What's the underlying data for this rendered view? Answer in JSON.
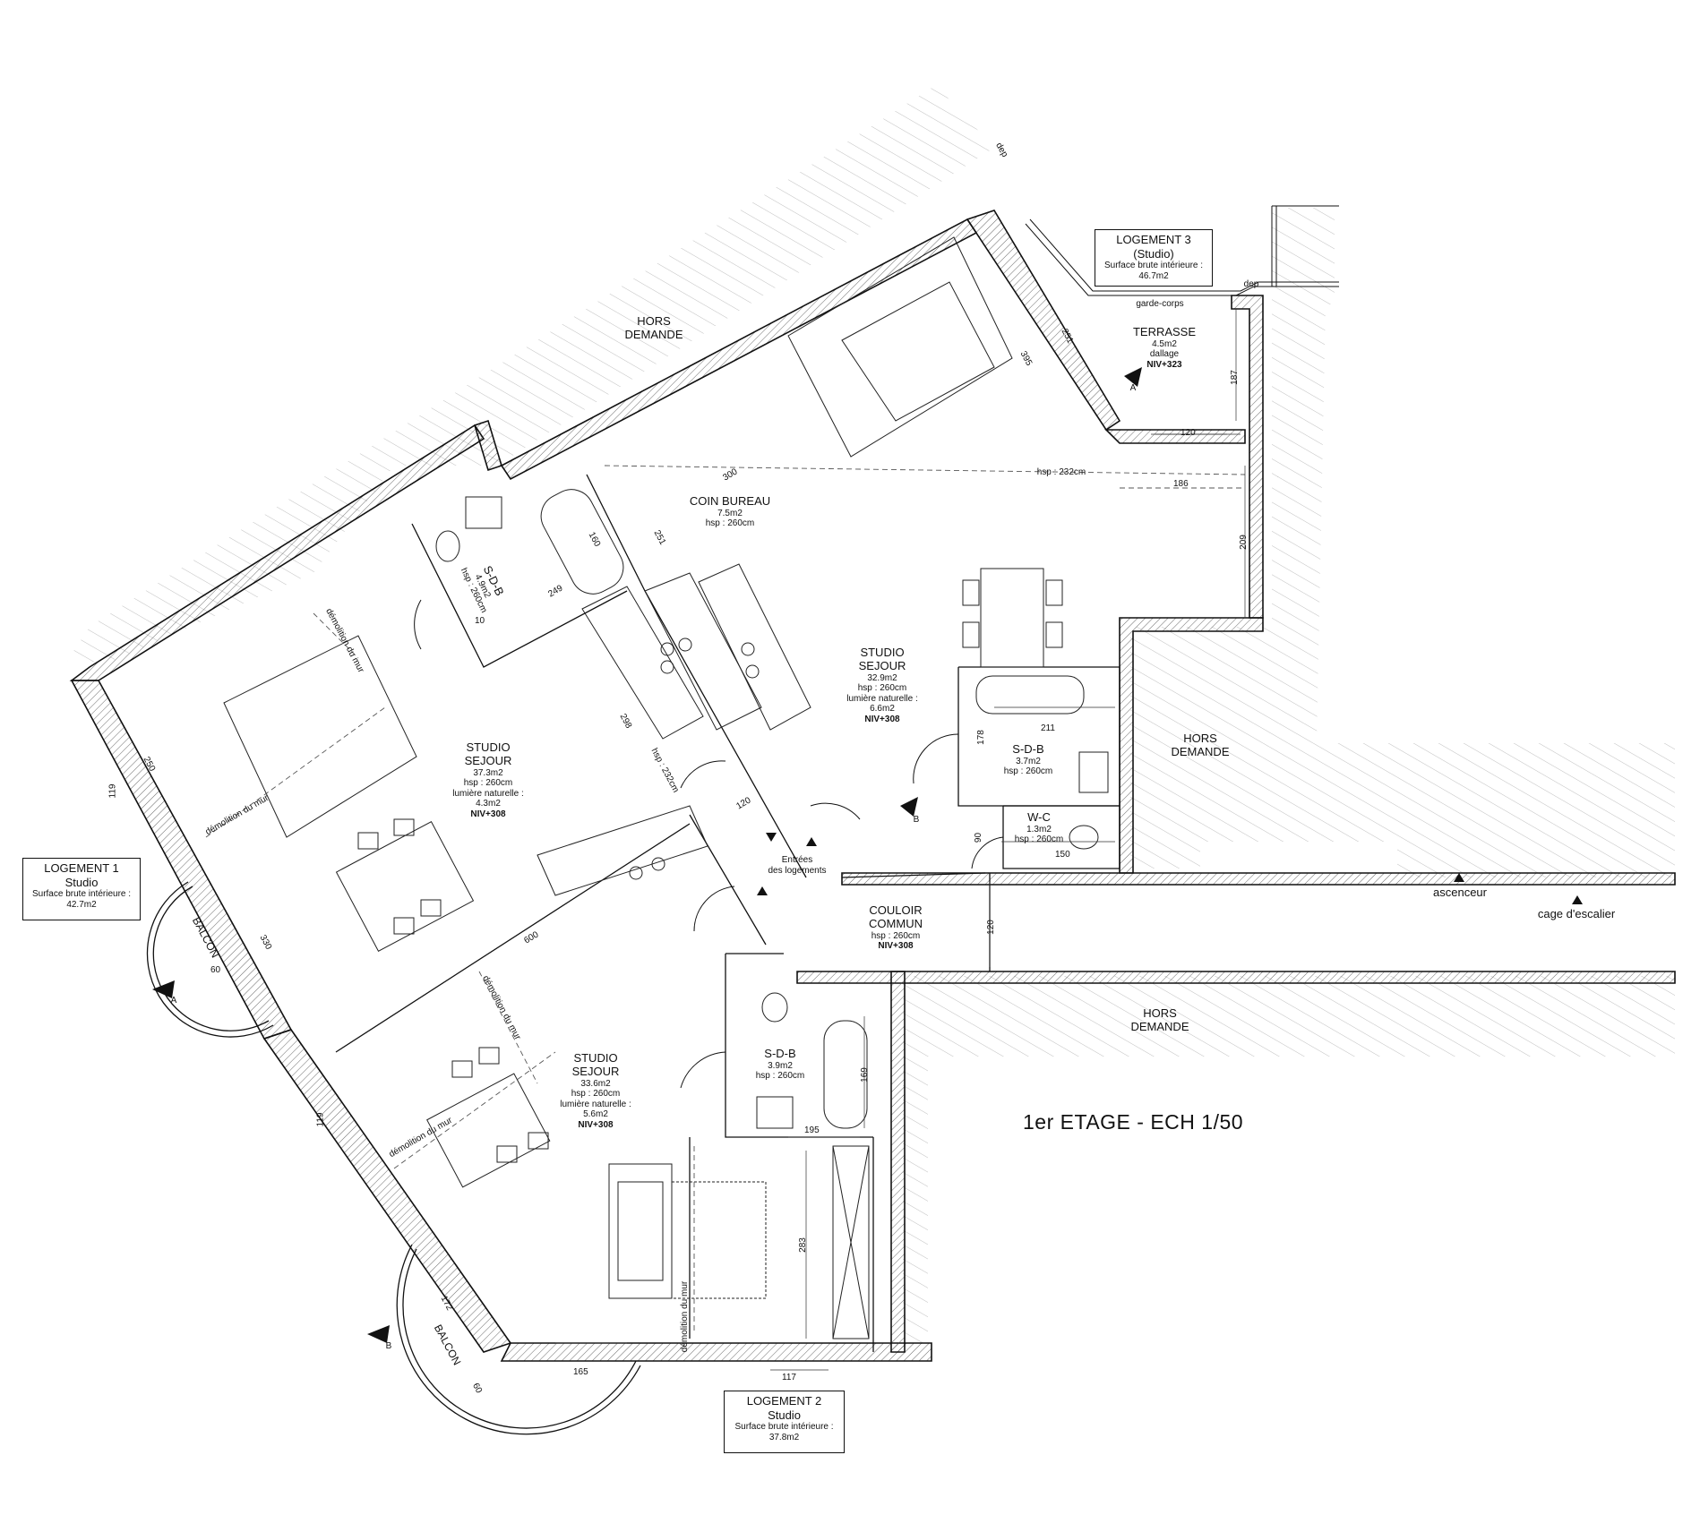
{
  "title": "1er ETAGE - ECH 1/50",
  "units": [
    {
      "name": "LOGEMENT 1",
      "type": "Studio",
      "area_label": "Surface brute intérieure :",
      "area": "42.7m2"
    },
    {
      "name": "LOGEMENT 2",
      "type": "Studio",
      "area_label": "Surface brute intérieure :",
      "area": "37.8m2"
    },
    {
      "name": "LOGEMENT 3",
      "type": "(Studio)",
      "area_label": "Surface brute intérieure :",
      "area": "46.7m2"
    }
  ],
  "rooms": {
    "studio1": {
      "name1": "STUDIO",
      "name2": "SEJOUR",
      "area": "37.3m2",
      "hsp": "hsp : 260cm",
      "light_label": "lumière naturelle :",
      "light": "4.3m2",
      "niv": "NIV+308"
    },
    "studio2": {
      "name1": "STUDIO",
      "name2": "SEJOUR",
      "area": "33.6m2",
      "hsp": "hsp : 260cm",
      "light_label": "lumière naturelle :",
      "light": "5.6m2",
      "niv": "NIV+308"
    },
    "studio3": {
      "name1": "STUDIO",
      "name2": "SEJOUR",
      "area": "32.9m2",
      "hsp": "hsp : 260cm",
      "light_label": "lumière naturelle :",
      "light": "6.6m2",
      "niv": "NIV+308"
    },
    "coin_bureau": {
      "name": "COIN BUREAU",
      "area": "7.5m2",
      "hsp": "hsp : 260cm"
    },
    "terrasse": {
      "name": "TERRASSE",
      "area": "4.5m2",
      "finish": "dallage",
      "niv": "NIV+323"
    },
    "sdb1": {
      "name": "S-D-B",
      "area": "4.9m2",
      "hsp": "hsp : 260cm"
    },
    "sdb2": {
      "name": "S-D-B",
      "area": "3.9m2",
      "hsp": "hsp : 260cm"
    },
    "sdb3": {
      "name": "S-D-B",
      "area": "3.7m2",
      "hsp": "hsp : 260cm"
    },
    "wc": {
      "name": "W-C",
      "area": "1.3m2",
      "hsp": "hsp : 260cm"
    },
    "couloir": {
      "name1": "COULOIR",
      "name2": "COMMUN",
      "hsp": "hsp : 260cm",
      "niv": "NIV+308"
    }
  },
  "hors_demande": {
    "l1": "HORS",
    "l2": "DEMANDE"
  },
  "annotations": {
    "entrees1": "Entrées",
    "entrees2": "des logements",
    "ascenceur": "ascenceur",
    "cage": "cage d'escalier",
    "garde_corps": "garde-corps",
    "dep": "dep",
    "balcon": "BALCON",
    "demolition": "démolition du mur",
    "hsp232": "hsp : 232cm",
    "section_a": "A",
    "section_b": "B"
  },
  "dimensions": {
    "d119a": "119",
    "d250": "250",
    "d330": "330",
    "d60": "60",
    "d119b": "119",
    "d172": "172",
    "d165": "165",
    "d117": "117",
    "d283": "283",
    "d169": "169",
    "d195": "195",
    "d178": "178",
    "d211": "211",
    "d90": "90",
    "d150": "150",
    "d120a": "120",
    "d120b": "120",
    "d186": "186",
    "d209": "209",
    "d187": "187",
    "d120c": "120",
    "d251a": "251",
    "d395": "395",
    "d300": "300",
    "d251b": "251",
    "d160": "160",
    "d249": "249",
    "d10": "10",
    "d298": "298",
    "d600": "600"
  }
}
